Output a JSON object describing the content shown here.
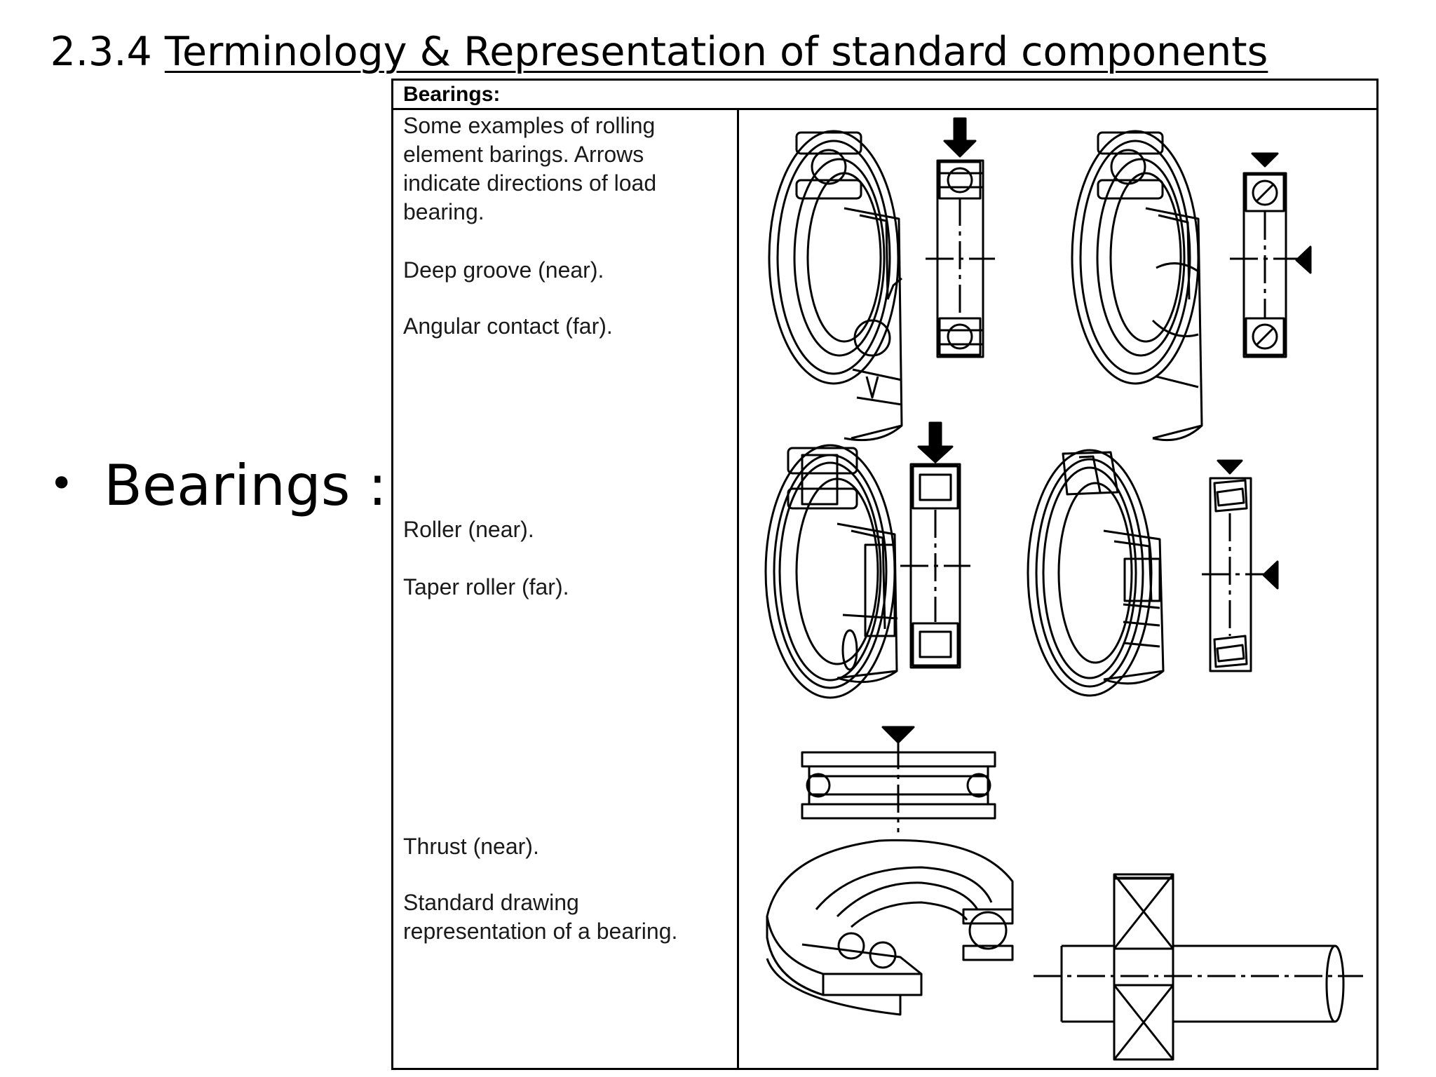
{
  "slide": {
    "title_number": "2.3.4",
    "title_text": "Terminology & Representation of standard components",
    "bullet_text": "Bearings :"
  },
  "table": {
    "header": "Bearings:",
    "descriptions": {
      "intro_line1": "Some examples of rolling",
      "intro_line2": "element barings.  Arrows",
      "intro_line3": "indicate directions of load",
      "intro_line4": "bearing.",
      "deep_groove": "Deep groove (near).",
      "angular_contact": "Angular contact (far).",
      "roller": "Roller (near).",
      "taper_roller": "Taper roller (far).",
      "thrust": "Thrust (near).",
      "standard_line1": "Standard drawing",
      "standard_line2": "representation of a bearing."
    }
  },
  "icons": [
    "deep-groove-bearing-icon",
    "angular-contact-bearing-icon",
    "roller-bearing-icon",
    "taper-roller-bearing-icon",
    "thrust-bearing-icon",
    "standard-bearing-symbol-icon"
  ]
}
